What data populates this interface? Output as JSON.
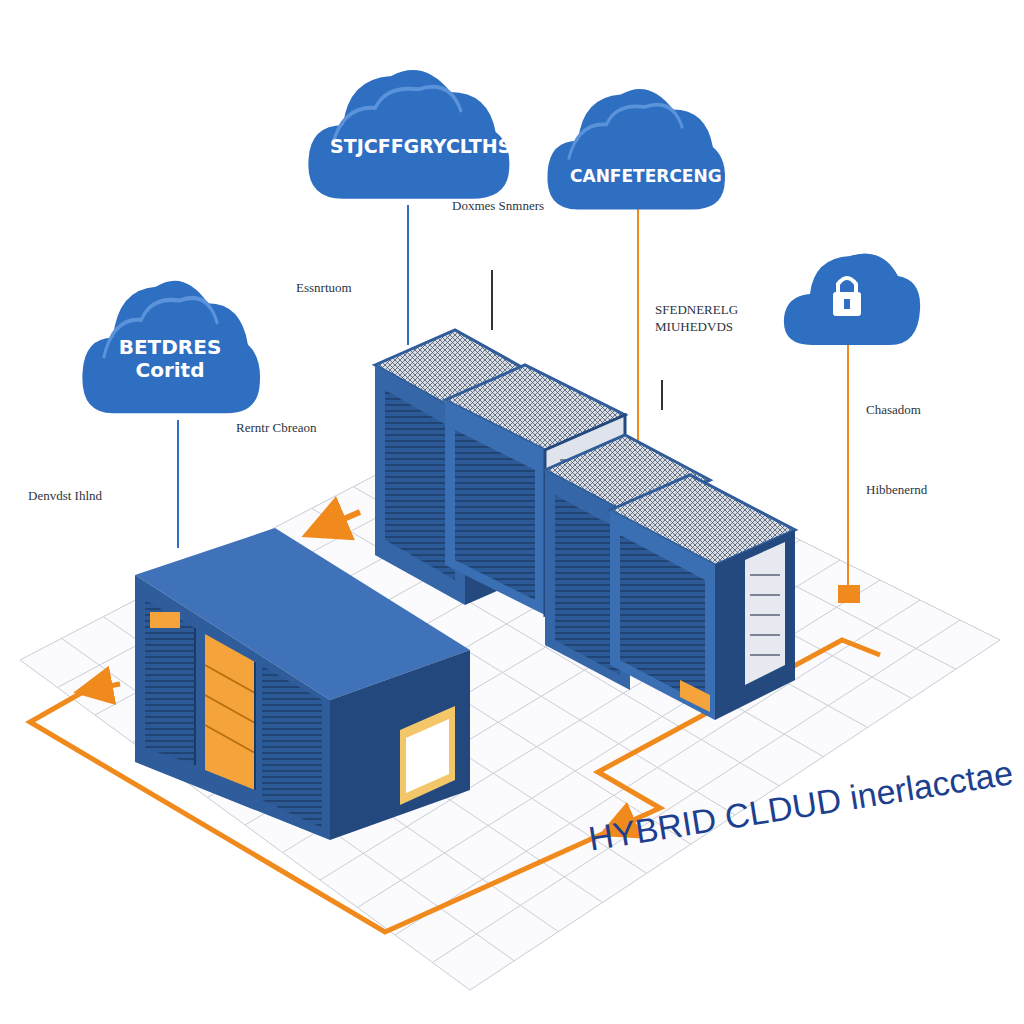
{
  "diagram": {
    "title": "HYBRID CLDUD inerlacctae",
    "nodes": [
      {
        "text": [
          "BETDRES Coritd"
        ]
      },
      {
        "text": [
          "STJCFFGRYCLTHS"
        ]
      },
      {
        "text": [
          "CANFETERCENG"
        ]
      }
    ],
    "labels": [
      "Doxmes Snmners",
      "Essnrtuom",
      "Rerntr Cbreaon",
      "Denvdst Ihlnd",
      "SFEDNERELG MIUHEDVDS",
      "Chasadom",
      "Hibbenernd"
    ]
  }
}
